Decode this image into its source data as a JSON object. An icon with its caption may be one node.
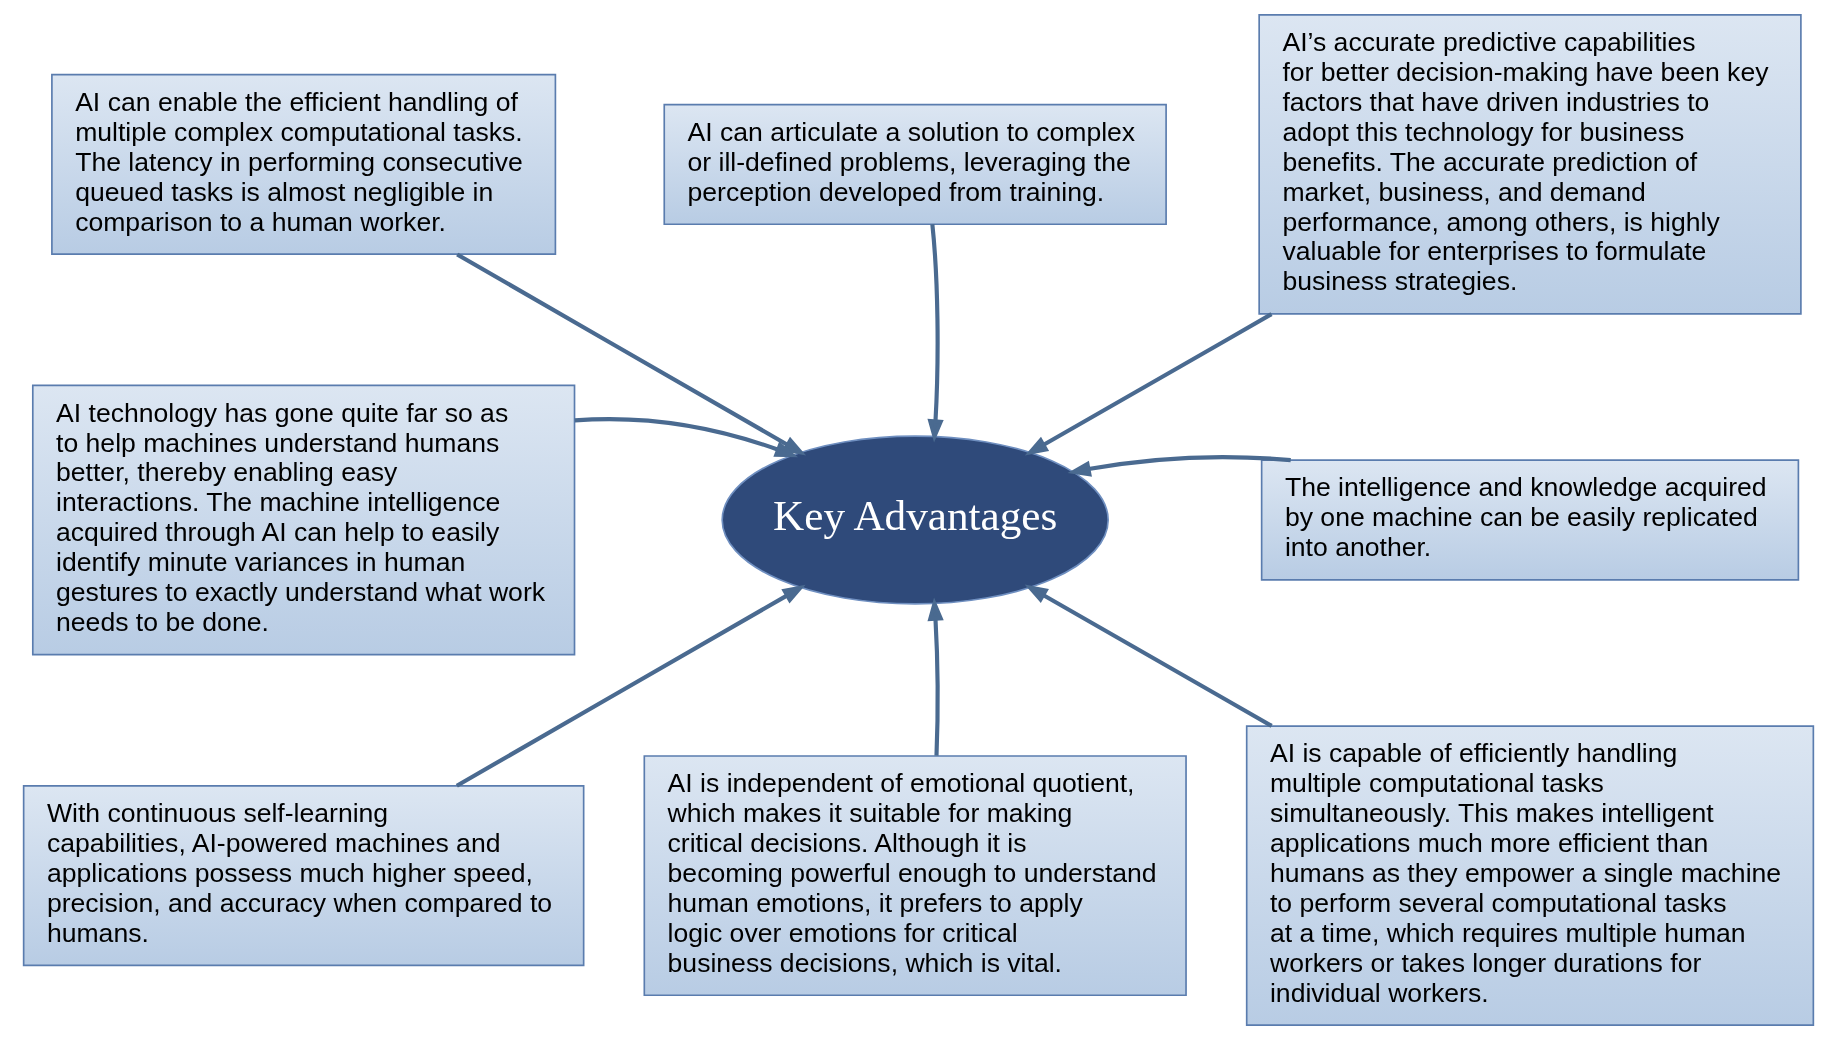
{
  "diagram": {
    "nodes": [
      {
        "text": [
          "AI can enable the efficient handling of multiple complex computational tasks. The latency in performing consecutive queued tasks is almost negligible in comparison to a human worker."
        ]
      },
      {
        "text": [
          "AI can articulate a solution to complex or ill-defined problems, leveraging the perception developed from training."
        ]
      },
      {
        "text": [
          "AI’s accurate predictive capabilities for better decision-making have been key factors that have driven industries to adopt this technology for business benefits. The accurate prediction of market, business, and demand performance, among others, is highly valuable for enterprises to formulate business strategies."
        ]
      },
      {
        "text": [
          "AI technology has gone quite far so as to help machines understand humans better, thereby enabling easy interactions. The machine intelligence acquired through AI can help to easily identify minute variances in human gestures to exactly understand what work needs to be done."
        ]
      },
      {
        "text": [
          "Key Advantages"
        ]
      },
      {
        "text": [
          "The intelligence and knowledge acquired by one machine can be easily replicated into another."
        ]
      },
      {
        "text": [
          "With continuous self-learning capabilities, AI-powered machines and applications possess much higher speed, precision, and accuracy when compared to humans."
        ]
      },
      {
        "text": [
          "AI is independent of emotional quotient, which makes it suitable for making critical decisions. Although it is becoming powerful enough to understand human emotions, it prefers to apply logic over emotions for critical business decisions, which is vital."
        ]
      },
      {
        "text": [
          "AI is capable of efficiently handling multiple computational tasks simultaneously. This makes intelligent applications much more efficient than humans as they empower a single machine to perform several computational tasks at a time, which requires multiple human workers or takes longer durations for individual workers."
        ]
      }
    ],
    "edges": [
      {
        "from": 0,
        "to": 4,
        "arrow": "to"
      },
      {
        "from": 1,
        "to": 4,
        "arrow": "to"
      },
      {
        "from": 2,
        "to": 4,
        "arrow": "to"
      },
      {
        "from": 3,
        "to": 4,
        "arrow": "to"
      },
      {
        "from": 5,
        "to": 4,
        "arrow": "to"
      },
      {
        "from": 6,
        "to": 4,
        "arrow": "to"
      },
      {
        "from": 7,
        "to": 4,
        "arrow": "to"
      },
      {
        "from": 8,
        "to": 4,
        "arrow": "to"
      }
    ]
  }
}
